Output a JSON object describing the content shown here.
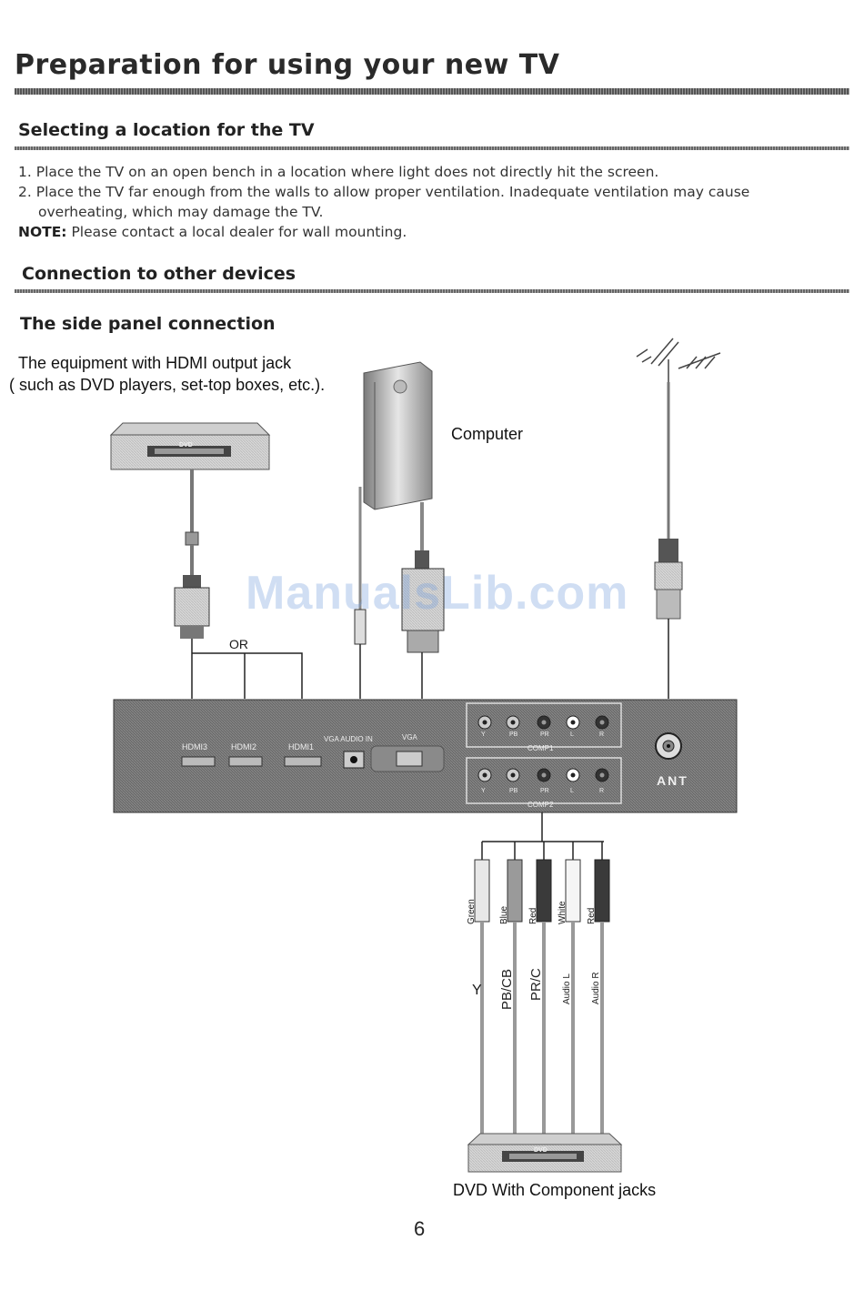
{
  "page_title": "Preparation for using your new TV",
  "section1": {
    "title": "Selecting a location for the TV",
    "items": [
      "1. Place the TV on an open bench in a location where light does not directly hit the screen.",
      "2. Place the TV far enough from the walls to allow proper ventilation. Inadequate ventilation may cause",
      "overheating, which may damage the TV."
    ],
    "note_label": "NOTE:",
    "note_text": " Please contact a local dealer for wall mounting."
  },
  "section2": {
    "title": "Connection to other devices",
    "subtitle": "The side panel connection"
  },
  "diagram": {
    "hdmi_caption_line1": "The equipment with HDMI output jack",
    "hdmi_caption_line2": "( such as DVD players, set-top boxes, etc.).",
    "computer_label": "Computer",
    "or_label": "OR",
    "dvd_label": "DVD",
    "panel_labels": {
      "hdmi3": "HDMI3",
      "hdmi2": "HDMI2",
      "hdmi1": "HDMI1",
      "vga_audio_in": "VGA AUDIO IN",
      "vga": "VGA",
      "comp1": "COMP1",
      "comp2": "COMP2",
      "ant": "ANT",
      "y": "Y",
      "pb": "PB",
      "pr": "PR",
      "l": "L",
      "r": "R"
    },
    "cable_colors": [
      "Green",
      "Blue",
      "Red",
      "White",
      "Red"
    ],
    "cable_signals": [
      "Y",
      "PB/CB",
      "PR/C",
      "Audio L",
      "Audio R"
    ],
    "dvd_component_caption": "DVD With  Component jacks"
  },
  "watermark": "ManualsLib.com",
  "page_number": "6"
}
